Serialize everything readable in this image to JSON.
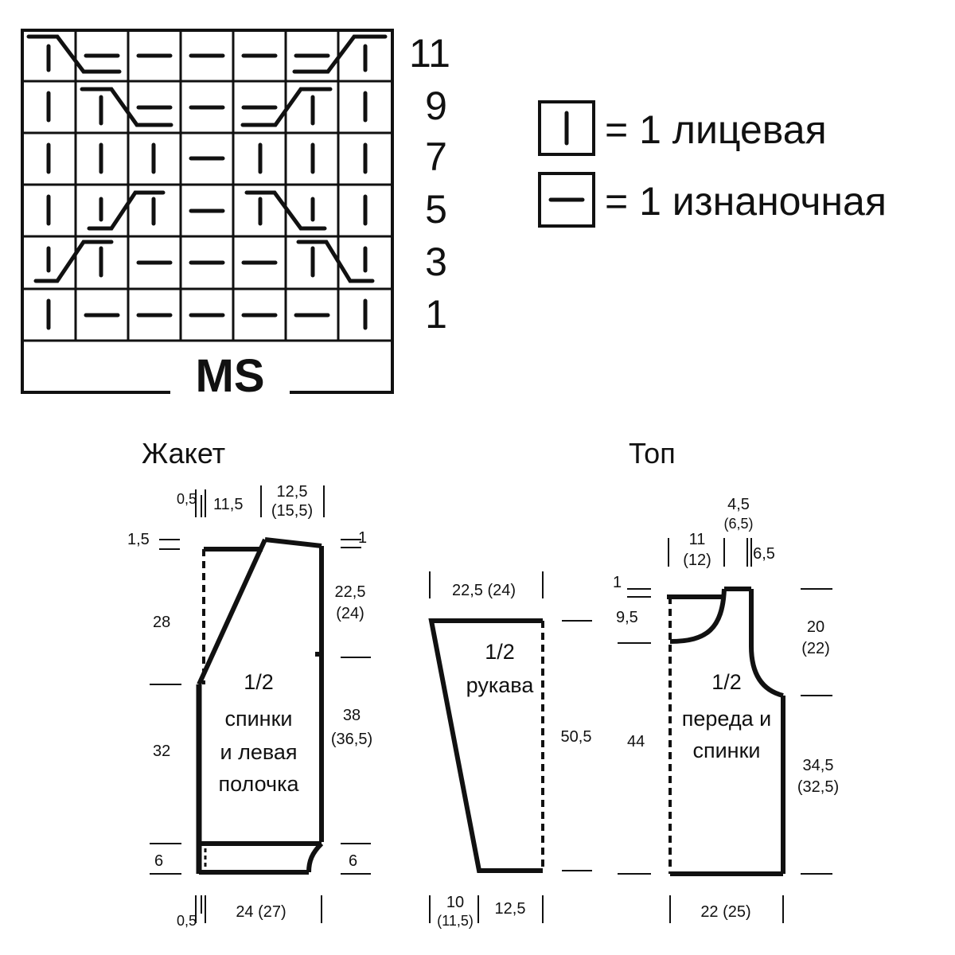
{
  "chart": {
    "row_labels": [
      "11",
      "9",
      "7",
      "5",
      "3",
      "1"
    ],
    "ms_label": "MS"
  },
  "legend": {
    "knit": "= 1 лицевая",
    "purl": "= 1 изнаночная"
  },
  "titles": {
    "jacket": "Жакет",
    "top": "Топ"
  },
  "jacket": {
    "center_lines": [
      "1/2",
      "спинки",
      "и левая",
      "полочка"
    ],
    "dims": {
      "top_left_05": "0,5",
      "top_115": "11,5",
      "top_125": "12,5",
      "top_155": "(15,5)",
      "left_15": "1,5",
      "right_1": "1",
      "left_28": "28",
      "right_225": "22,5",
      "right_24": "(24)",
      "left_32": "32",
      "right_38": "38",
      "right_365": "(36,5)",
      "left_6": "6",
      "right_6": "6",
      "bottom_05": "0,5",
      "bottom_width": "24 (27)"
    }
  },
  "sleeve": {
    "center_lines": [
      "1/2",
      "рукава"
    ],
    "dims": {
      "top_width": "22,5 (24)",
      "right_height": "50,5",
      "bottom_10": "10",
      "bottom_115": "(11,5)",
      "bottom_125": "12,5"
    }
  },
  "top": {
    "center_lines": [
      "1/2",
      "переда и",
      "спинки"
    ],
    "dims": {
      "top_45": "4,5",
      "top_65_paren": "(6,5)",
      "top_11": "11",
      "top_12": "(12)",
      "top_65": "6,5",
      "left_1": "1",
      "left_95": "9,5",
      "right_20": "20",
      "right_22": "(22)",
      "left_44": "44",
      "right_345": "34,5",
      "right_325": "(32,5)",
      "bottom_width": "22 (25)"
    }
  }
}
